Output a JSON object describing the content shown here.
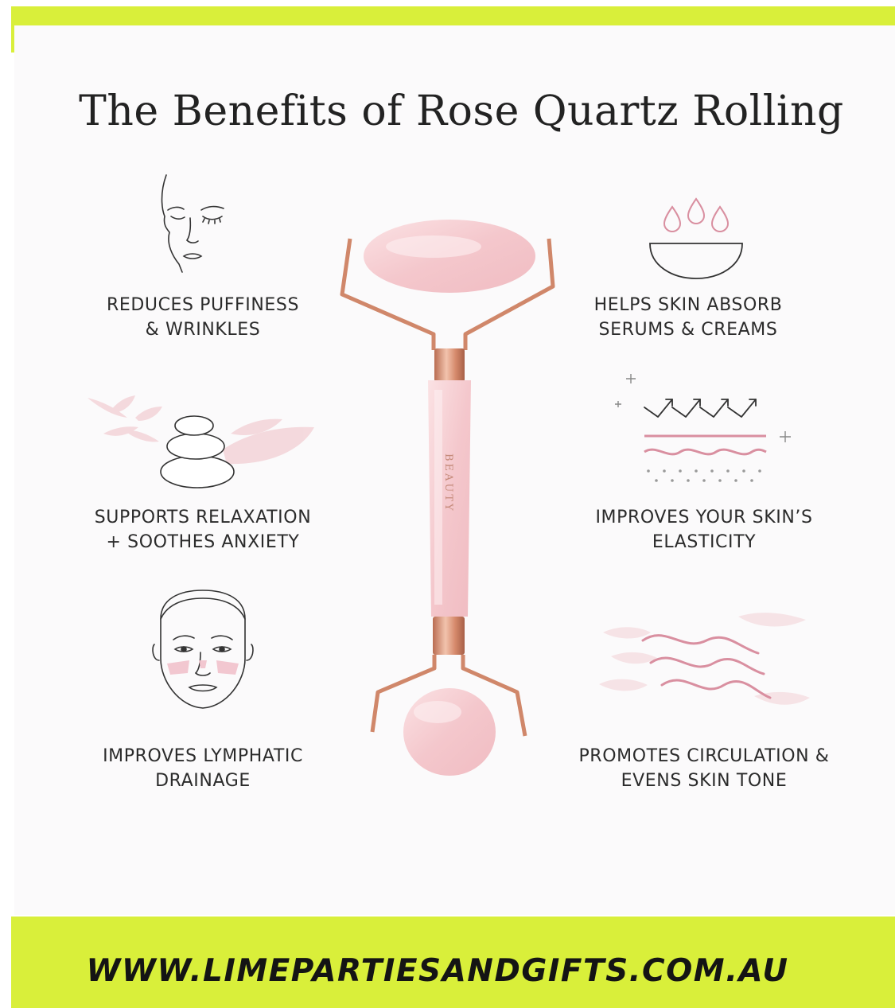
{
  "title": "The Benefits of Rose Quartz Rolling",
  "benefits": {
    "puffiness": {
      "line1": "REDUCES PUFFINESS",
      "line2": "& WRINKLES",
      "icon": "face-closed-eyes-icon"
    },
    "absorb": {
      "line1": "HELPS SKIN ABSORB",
      "line2": "SERUMS & CREAMS",
      "icon": "droplets-bowl-icon"
    },
    "relaxation": {
      "line1": "SUPPORTS RELAXATION",
      "line2": "+ SOOTHES ANXIETY",
      "icon": "stacked-stones-icon"
    },
    "elasticity": {
      "line1": "IMPROVES YOUR SKIN’S",
      "line2": "ELASTICITY",
      "icon": "skin-layers-icon"
    },
    "lymphatic": {
      "line1": "IMPROVES LYMPHATIC",
      "line2": "DRAINAGE",
      "icon": "face-drainage-icon"
    },
    "circulation": {
      "line1": "PROMOTES CIRCULATION &",
      "line2": "EVENS SKIN TONE",
      "icon": "waves-icon"
    }
  },
  "product": {
    "icon": "rose-quartz-roller-icon",
    "brand_mark": "BEAUTY"
  },
  "footer": {
    "url": "WWW.LIMEPARTIESANDGIFTS.COM.AU"
  },
  "colors": {
    "lime": "#d9ef3a",
    "pink": "#f3c9cf",
    "rose_gold": "#d98d6e",
    "text": "#2b2b2b"
  }
}
